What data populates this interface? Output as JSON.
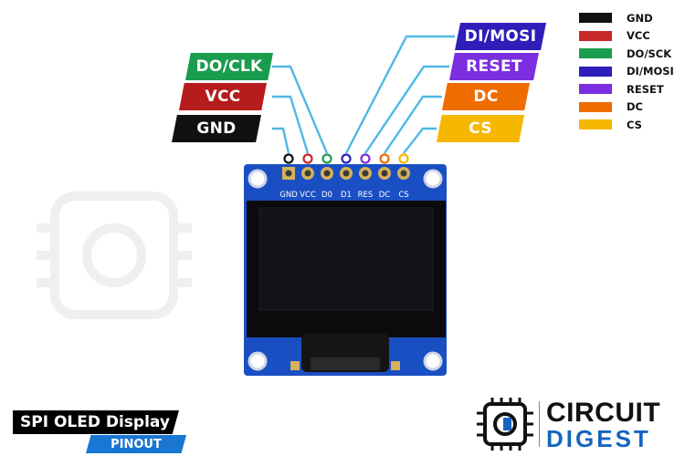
{
  "labels_left": [
    {
      "text": "DO/CLK",
      "color": "#1a9c4e"
    },
    {
      "text": "VCC",
      "color": "#b71c1c"
    },
    {
      "text": "GND",
      "color": "#111111"
    }
  ],
  "labels_right": [
    {
      "text": "DI/MOSI",
      "color": "#2e1db8"
    },
    {
      "text": "RESET",
      "color": "#7b2fe0"
    },
    {
      "text": "DC",
      "color": "#ef6c00"
    },
    {
      "text": "CS",
      "color": "#f5b700"
    }
  ],
  "pins": [
    {
      "label": "GND",
      "color": "#111111"
    },
    {
      "label": "VCC",
      "color": "#c62828"
    },
    {
      "label": "D0",
      "color": "#1a9c4e"
    },
    {
      "label": "D1",
      "color": "#2e1db8"
    },
    {
      "label": "RES",
      "color": "#7b2fe0"
    },
    {
      "label": "DC",
      "color": "#ef6c00"
    },
    {
      "label": "CS",
      "color": "#f5b700"
    }
  ],
  "legend": [
    {
      "label": "GND",
      "color": "#111111"
    },
    {
      "label": "VCC",
      "color": "#c62828"
    },
    {
      "label": "DO/SCK",
      "color": "#1a9c4e"
    },
    {
      "label": "DI/MOSI",
      "color": "#2e1db8"
    },
    {
      "label": "RESET",
      "color": "#7b2fe0"
    },
    {
      "label": "DC",
      "color": "#ef6c00"
    },
    {
      "label": "CS",
      "color": "#f5b700"
    }
  ],
  "title": {
    "main": "SPI OLED Display",
    "sub": "PINOUT"
  },
  "brand": {
    "line1": "CIRCUIT",
    "line2": "DIGEST"
  },
  "colors": {
    "wire": "#4fb8e6",
    "pcb": "#1a4fc4",
    "screen": "#0b0b0d"
  }
}
